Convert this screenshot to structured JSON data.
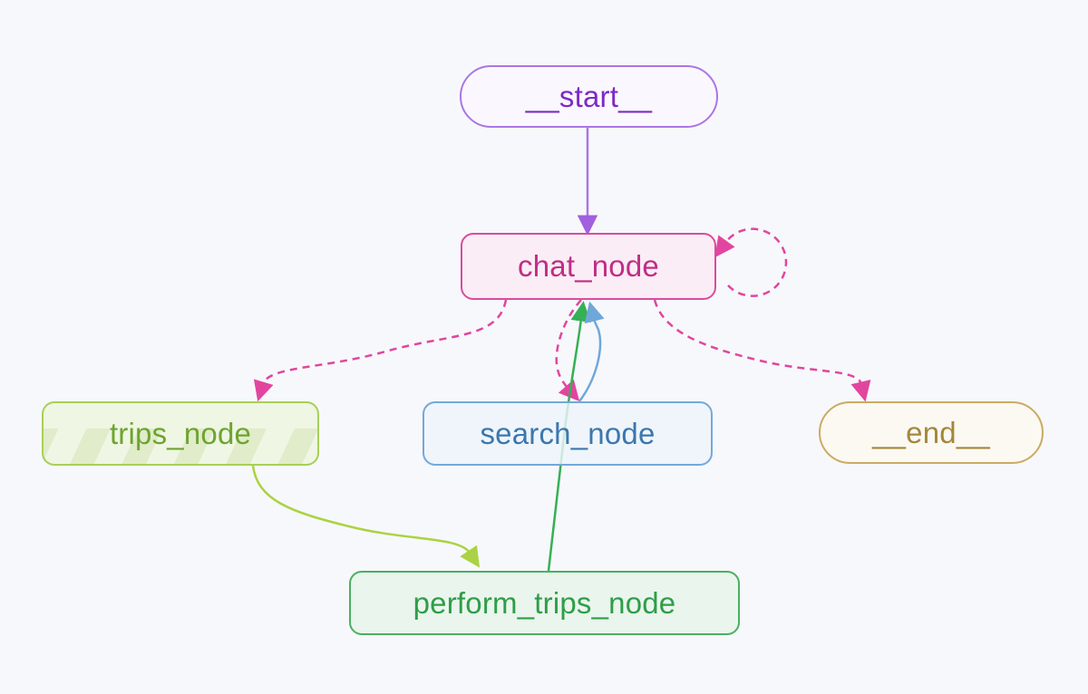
{
  "canvas": {
    "background_color": "#f7f8fb",
    "description": "workflow graph diagram"
  },
  "nodes": {
    "start": {
      "label": "__start__",
      "shape": "pill",
      "border_color": "#ab76e4",
      "fill_color": "#faf8fe",
      "text_color": "#7d2bc4"
    },
    "chat": {
      "label": "chat_node",
      "shape": "rect",
      "border_color": "#d94c9f",
      "fill_color": "#fbedf5",
      "text_color": "#bf2e86"
    },
    "trips": {
      "label": "trips_node",
      "shape": "rect",
      "border_color": "#a8cf58",
      "fill_color": "#eff6e3",
      "text_color": "#6ea42f",
      "striped": true
    },
    "search": {
      "label": "search_node",
      "shape": "rect",
      "border_color": "#73a9da",
      "fill_color": "#edf4fa",
      "text_color": "#3c77ad"
    },
    "end": {
      "label": "__end__",
      "shape": "pill",
      "border_color": "#cbab64",
      "fill_color": "#fbf9f2",
      "text_color": "#a4873c"
    },
    "perform": {
      "label": "perform_trips_node",
      "shape": "rect",
      "border_color": "#4bb061",
      "fill_color": "#eaf5ed",
      "text_color": "#2e9e48"
    }
  },
  "edges": [
    {
      "from": "__start__",
      "to": "chat_node",
      "style": "solid",
      "color": "#ad74e6"
    },
    {
      "from": "chat_node",
      "to": "chat_node",
      "style": "dashed",
      "color": "#e2459f",
      "kind": "self-loop"
    },
    {
      "from": "chat_node",
      "to": "trips_node",
      "style": "dashed",
      "color": "#e2459f"
    },
    {
      "from": "chat_node",
      "to": "search_node",
      "style": "dashed",
      "color": "#e2459f"
    },
    {
      "from": "chat_node",
      "to": "__end__",
      "style": "dashed",
      "color": "#e2459f"
    },
    {
      "from": "search_node",
      "to": "chat_node",
      "style": "solid",
      "color": "#6fa7da"
    },
    {
      "from": "perform_trips_node",
      "to": "chat_node",
      "style": "solid",
      "color": "#35b055"
    },
    {
      "from": "trips_node",
      "to": "perform_trips_node",
      "style": "solid",
      "color": "#abd244"
    }
  ]
}
